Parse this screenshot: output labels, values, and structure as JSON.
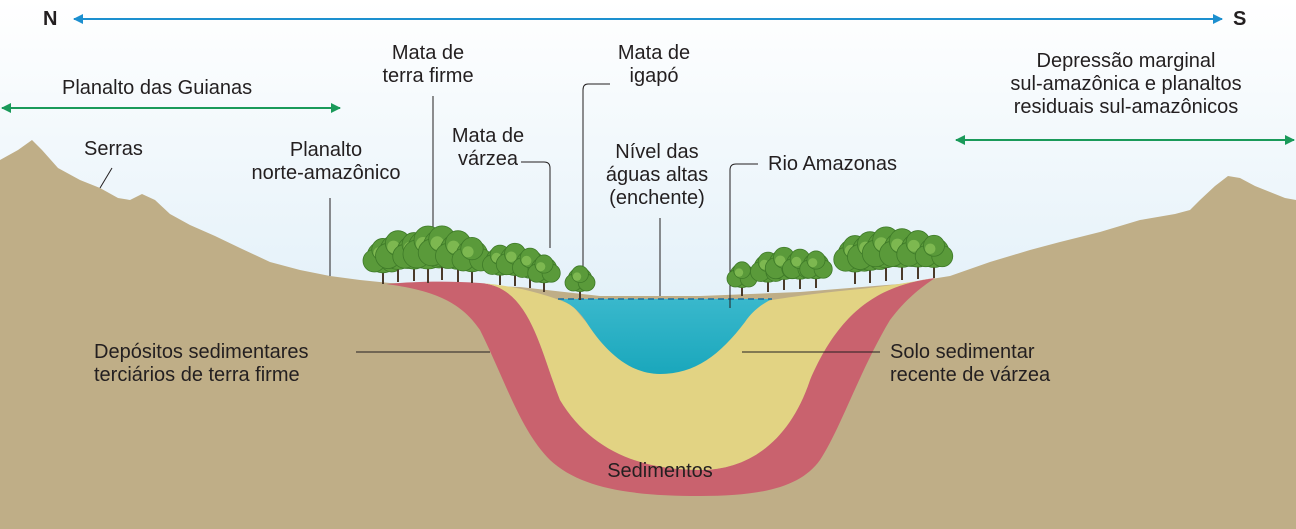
{
  "compass": {
    "north": "N",
    "south": "S"
  },
  "labels": {
    "planalto_guianas": "Planalto das Guianas",
    "serras": "Serras",
    "planalto_norte": [
      "Planalto",
      "norte-amazônico"
    ],
    "mata_terra_firme": [
      "Mata de",
      "terra firme"
    ],
    "mata_varzea": [
      "Mata de",
      "várzea"
    ],
    "mata_igapo": [
      "Mata de",
      "igapó"
    ],
    "nivel_aguas": [
      "Nível das",
      "águas altas",
      "(enchente)"
    ],
    "rio_amazonas": "Rio Amazonas",
    "depressao": [
      "Depressão marginal",
      "sul-amazônica e planaltos",
      "residuais sul-amazônicos"
    ],
    "depositos": [
      "Depósitos sedimentares",
      "terciários de terra firme"
    ],
    "solo": [
      "Solo sedimentar",
      "recente de várzea"
    ],
    "sedimentos": "Sedimentos"
  },
  "colors": {
    "sky_top": "#ffffff",
    "sky_bottom": "#cfe6f4",
    "land": "#bfae87",
    "red_layer": "#c9626e",
    "yellow_layer": "#e2d383",
    "water": "#1aa7bc",
    "compass_arrow": "#1c8fcf",
    "region_arrow": "#1a9a5a",
    "tree_foliage": "#5a9a3a",
    "tree_trunk": "#4a3a2a"
  }
}
